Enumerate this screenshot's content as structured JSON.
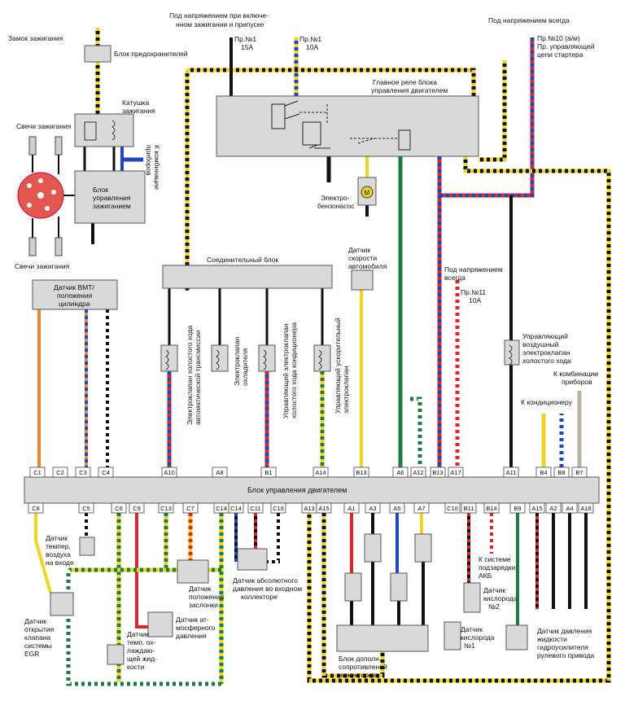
{
  "top": {
    "powered_ign": [
      "Под напряжением при включе-",
      "нном зажигании и припуске"
    ],
    "powered_always": "Под напряжением всегда",
    "fuse1a": [
      "Пр.№1",
      "15А"
    ],
    "fuse1b": [
      "Пр.№1",
      "10А"
    ],
    "fuse10": [
      "Пр.№10 (а/м)",
      "Пр. управляющей",
      "цепи стартера"
    ]
  },
  "left": {
    "ignition_lock": "Замок зажигания",
    "fuse_block": "Блок предохранителей",
    "coil": [
      "Катушка",
      "зажигания"
    ],
    "plugs_top": "Свечи зажигания",
    "plugs_bottom": "Свечи зажигания",
    "ignition_unit": [
      "Блок",
      "управления",
      "зажиганием"
    ],
    "to_cluster_rot": [
      "К комбинации",
      "приборов"
    ]
  },
  "relay": {
    "label": [
      "Главное реле блока",
      "управления двигателем"
    ]
  },
  "pump": [
    "Электро-",
    "бензонасос"
  ],
  "junction": "Соединительный блок",
  "speed_sensor": [
    "Датчик",
    "скорости",
    "автомобиля"
  ],
  "powered_always2": [
    "Под напряжением",
    "всегда"
  ],
  "fuse11": [
    "Пр.№11",
    "10А"
  ],
  "tdc_sensor": [
    "Датчик ВМТ/",
    "положения",
    "цилиндра"
  ],
  "valves": {
    "v1": [
      "Электроклапан холостого хода",
      "автоматической трансмиссии"
    ],
    "v2": [
      "Электроклапан",
      "охладителя"
    ],
    "v3": [
      "Управляющий электроклапан",
      "холостого хода кондиционера"
    ],
    "v4": [
      "Управляющий ускорительный",
      "электроклапан"
    ],
    "idle_air": [
      "Управляющий",
      "воздушный",
      "электроклапан",
      "холостого хода"
    ]
  },
  "to_ac": "К кондиционеру",
  "to_cluster2": [
    "К комбинации",
    "приборов"
  ],
  "ecu": "Блок управления двигателем",
  "pins_top": [
    "C1",
    "C2",
    "C3",
    "C4",
    "A10",
    "A8",
    "B1",
    "A14",
    "B13",
    "A6",
    "A12",
    "B13",
    "A17",
    "A11",
    "B4",
    "B8",
    "B7"
  ],
  "pins_bottom": [
    "C8",
    "C5",
    "C6",
    "C9",
    "C13",
    "C7",
    "C14",
    "C14",
    "C11",
    "C16",
    "A13",
    "A15",
    "A1",
    "A3",
    "A5",
    "A7",
    "C16",
    "B11",
    "B14",
    "B9",
    "A15",
    "A2",
    "A4",
    "A18"
  ],
  "bottom": {
    "intake_temp": [
      "Датчик",
      "темпер.",
      "воздуха",
      "на входе"
    ],
    "egr": [
      "Датчик",
      "открытия",
      "клапана",
      "системы",
      "EGR"
    ],
    "throttle": [
      "Датчик",
      "положения",
      "заслонки"
    ],
    "map": [
      "Датчик абсолютного",
      "давления во входном",
      "коллекторе"
    ],
    "baro": [
      "Датчик ат-",
      "мосферного",
      "давления"
    ],
    "coolant": [
      "Датчик",
      "темп. ох-",
      "лаждаю-",
      "щей жид-",
      "кости"
    ],
    "battery": [
      "К системе",
      "подзарядки",
      "АКБ"
    ],
    "o2_2": [
      "Датчик",
      "кислорода",
      "№2"
    ],
    "o2_1": [
      "Датчик",
      "кислорода",
      "№1"
    ],
    "injectors": [
      "Блок дополн.",
      "сопротивлений",
      "инжекторов"
    ],
    "ps_pressure": [
      "Датчик давления",
      "жидкости",
      "гидроусилителя",
      "рулевого привода"
    ]
  },
  "colors": {
    "black": "#111111",
    "yellow": "#f3d41d",
    "red": "#e0242a",
    "blue": "#1f46c2",
    "green": "#1d7d3c",
    "orange": "#e8893a",
    "white": "#ffffff",
    "grey": "#b9b2a6",
    "box_fill": "#d9d9d9",
    "distributor": "#e4574f"
  }
}
